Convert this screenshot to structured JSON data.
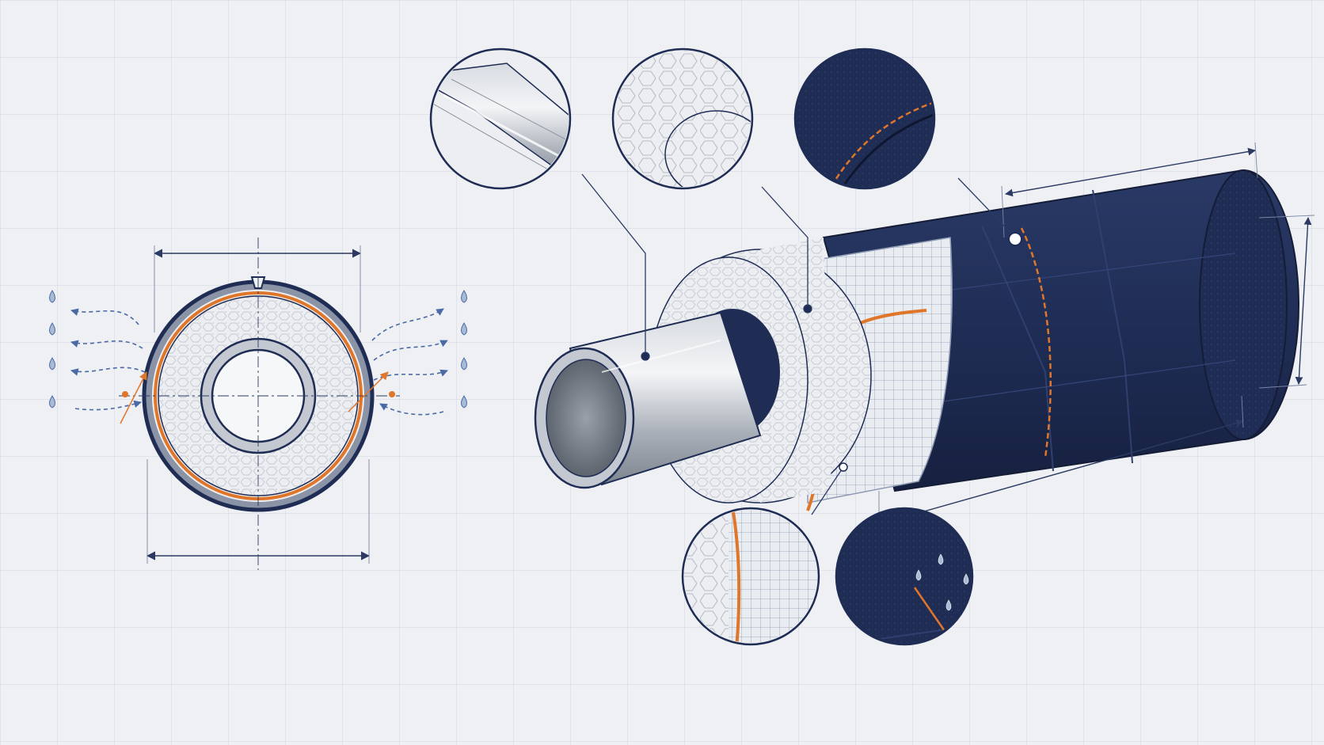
{
  "diagram": {
    "colors": {
      "background": "#eef0f4",
      "grid": "#c9cfdb",
      "navy_jacket": "#1f2d55",
      "dimension_lines": "#2c3a63",
      "foam": "#eceef1",
      "steel": "#b9bec6",
      "vapor_barrier": "#e0762a",
      "water_drop": "#8fa6c8",
      "flow_arrows": "#4a6aa5"
    },
    "cross_section": {
      "layers": [
        "outer-jacket",
        "vapor-barrier",
        "foam-insulation",
        "steel-pipe"
      ],
      "moisture_drops_per_side": 4
    },
    "detail_callouts": [
      {
        "id": "steel",
        "icon": "steel-texture"
      },
      {
        "id": "foam",
        "icon": "foam-texture"
      },
      {
        "id": "jacket-seam",
        "icon": "seam-texture"
      },
      {
        "id": "mesh",
        "icon": "mesh-texture"
      },
      {
        "id": "moisture",
        "icon": "water-drops-icon"
      }
    ]
  }
}
